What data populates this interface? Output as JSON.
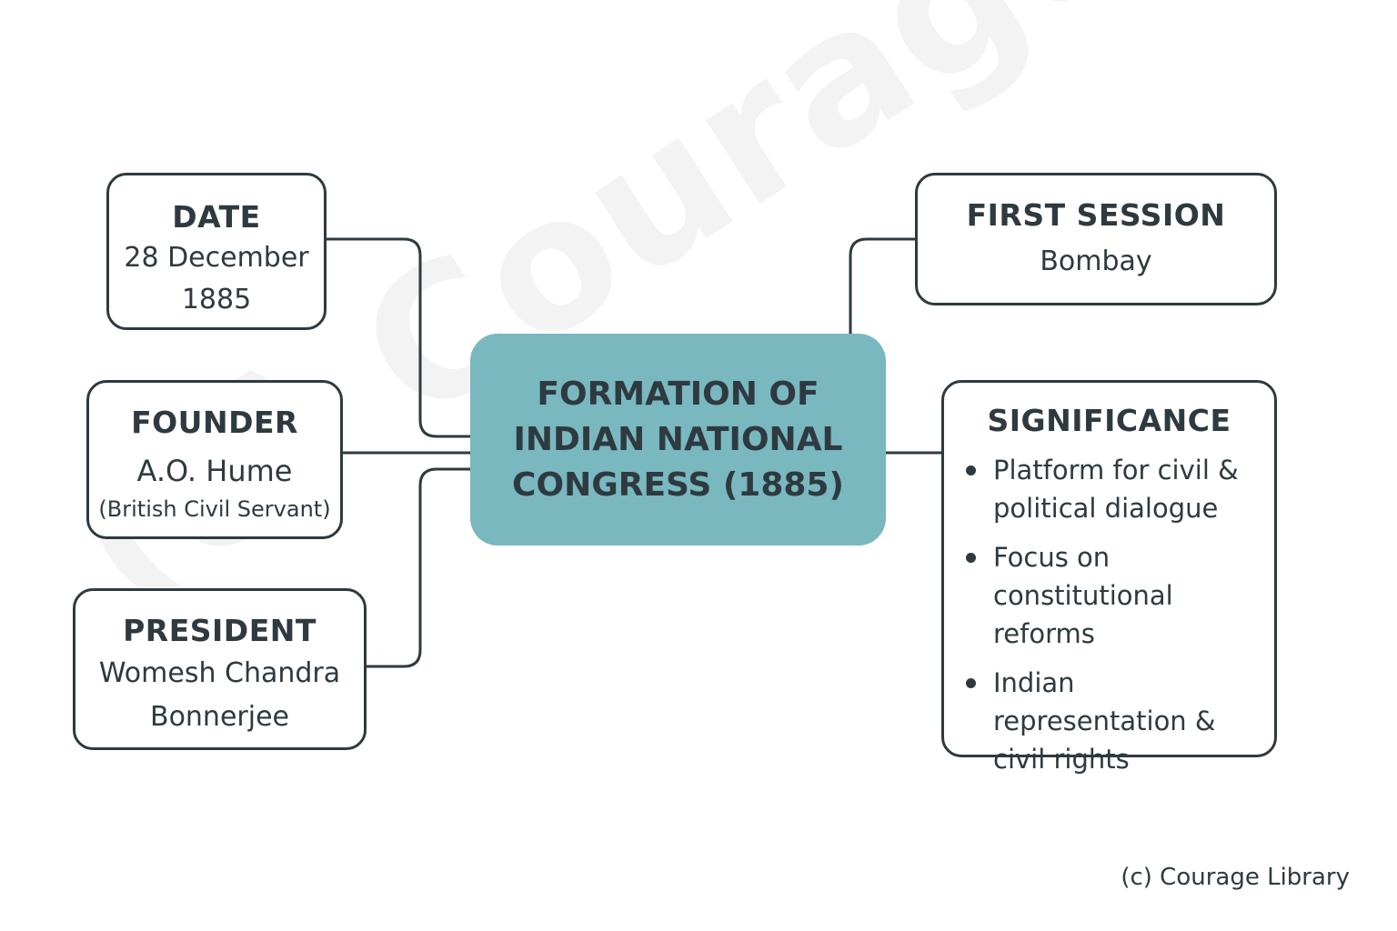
{
  "watermark": "(c) Courage Library",
  "center": {
    "title": "FORMATION OF INDIAN NATIONAL CONGRESS (1885)",
    "color": "#7ab8c0"
  },
  "date": {
    "title": "DATE",
    "value_line1": "28 December",
    "value_line2": "1885"
  },
  "founder": {
    "title": "FOUNDER",
    "value": "A.O. Hume",
    "note": "(British Civil Servant)"
  },
  "president": {
    "title": "PRESIDENT",
    "value_line1": "Womesh Chandra",
    "value_line2": "Bonnerjee"
  },
  "first_session": {
    "title": "FIRST SESSION",
    "value": "Bombay"
  },
  "significance": {
    "title": "SIGNIFICANCE",
    "items": [
      "Platform for civil & political dialogue",
      "Focus on constitutional reforms",
      "Indian representation & civil rights"
    ]
  },
  "copyright": "(c) Courage Library"
}
